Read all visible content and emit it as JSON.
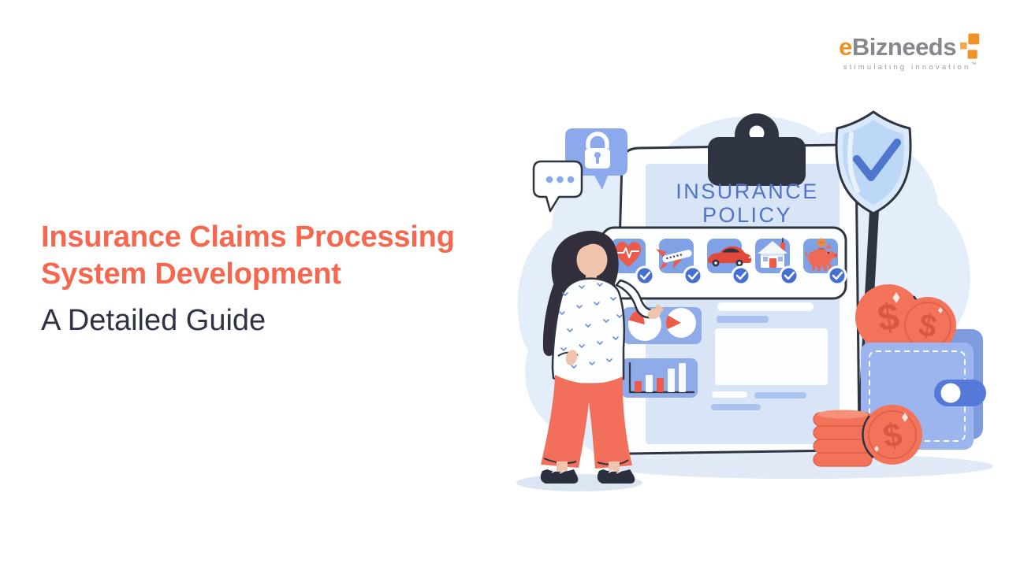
{
  "page": {
    "background_color": "#FFFFFF"
  },
  "logo": {
    "brand_prefix": "e",
    "brand_rest": "Bizneeds",
    "tagline": "stimulating innovation",
    "trademark": "™",
    "colors": {
      "prefix": "#EF9126",
      "rest": "#85888C",
      "mark": "#EF9126",
      "tagline": "#9B9EA3"
    }
  },
  "hero": {
    "title_line1": "Insurance Claims Processing",
    "title_line2": "System Development",
    "subtitle": "A Detailed Guide",
    "title_color": "#F5684F",
    "subtitle_color": "#2E3345"
  },
  "illustration": {
    "document": {
      "title_line1": "INSURANCE",
      "title_line2": "POLICY",
      "title_color": "#5272C8"
    },
    "insurance_types": [
      {
        "label": "health",
        "icon": "heart-pulse-icon",
        "checked": true
      },
      {
        "label": "travel",
        "icon": "airplane-icon",
        "checked": true
      },
      {
        "label": "auto",
        "icon": "car-icon",
        "checked": true
      },
      {
        "label": "home",
        "icon": "house-icon",
        "checked": true
      },
      {
        "label": "savings",
        "icon": "piggy-bank-icon",
        "checked": true
      }
    ],
    "decorations": [
      "shield-check",
      "padlock-chat-bubble",
      "dots-chat-bubble",
      "pie-charts",
      "bar-chart",
      "wallet",
      "dollar-coins",
      "coin-stack",
      "woman-pointing"
    ],
    "colors": {
      "blob": "#E4EEFA",
      "tile_blue": "#7FA1E6",
      "card_blue": "#8FACE9",
      "coral_coin": "#F3735A",
      "accent_red": "#EC5B4A",
      "wallet_blue": "#9CB5EE",
      "outline_dark": "#2E3440",
      "check_badge": "#466FD2"
    }
  }
}
